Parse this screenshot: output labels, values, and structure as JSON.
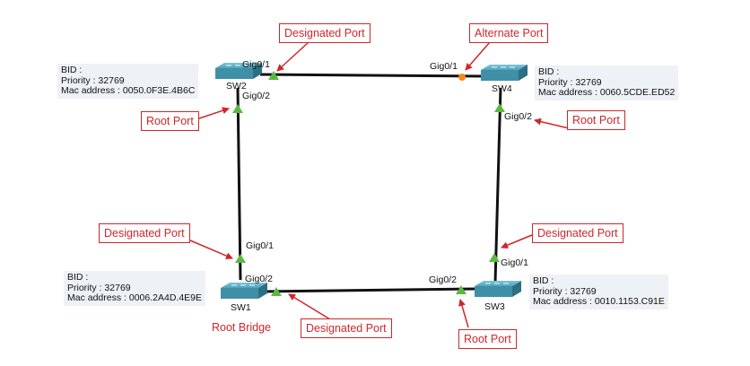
{
  "switches": [
    {
      "id": "SW2",
      "name": "SW2"
    },
    {
      "id": "SW4",
      "name": "SW4"
    },
    {
      "id": "SW1",
      "name": "SW1"
    },
    {
      "id": "SW3",
      "name": "SW3"
    }
  ],
  "bid": {
    "sw2": {
      "title": "BID :",
      "priority": "Priority : 32769",
      "mac": "Mac address : 0050.0F3E.4B6C"
    },
    "sw4": {
      "title": "BID :",
      "priority": "Priority : 32769",
      "mac": "Mac address : 0060.5CDE.ED52"
    },
    "sw1": {
      "title": "BID :",
      "priority": "Priority : 32769",
      "mac": "Mac address : 0006.2A4D.4E9E"
    },
    "sw3": {
      "title": "BID :",
      "priority": "Priority : 32769",
      "mac": "Mac address : 0010.1153.C91E"
    }
  },
  "ports": {
    "sw2_gig01": "Gig0/1",
    "sw2_gig02": "Gig0/2",
    "sw4_gig01": "Gig0/1",
    "sw4_gig02": "Gig0/2",
    "sw1_gig01": "Gig0/1",
    "sw1_gig02": "Gig0/2",
    "sw3_gig02": "Gig0/2",
    "sw3_gig01": "Gig0/1"
  },
  "callouts": {
    "sw2_gig01": "Designated Port",
    "sw4_gig01": "Alternate Port",
    "sw2_gig02": "Root Port",
    "sw4_gig02": "Root Port",
    "sw1_gig01": "Designated Port",
    "sw3_gig01": "Designated Port",
    "sw1_gig02": "Designated Port",
    "sw3_gig02": "Root Port"
  },
  "root_bridge_label": "Root Bridge",
  "colors": {
    "callout": "#d0262a",
    "forwarding_port": "#5cb841",
    "blocking_port": "#f08a1c",
    "switch": "#3f8fa6",
    "link": "#111111"
  }
}
